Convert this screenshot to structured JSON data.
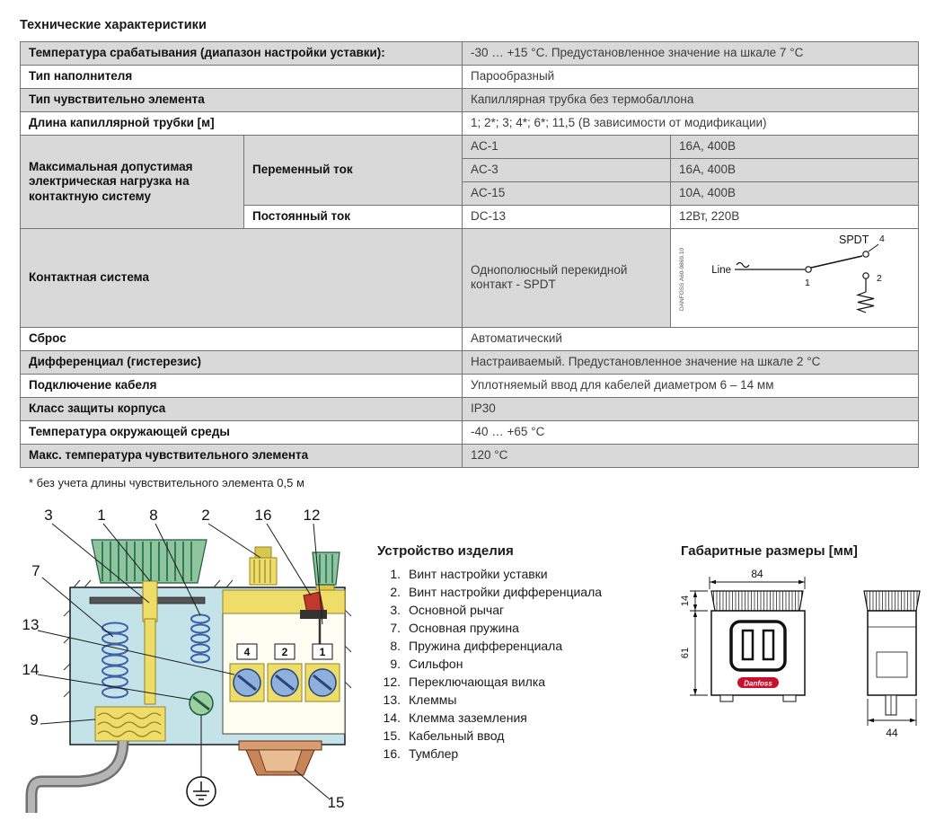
{
  "title": "Технические характеристики",
  "footnote": "* без учета длины чувствительного элемента 0,5 м",
  "specs": {
    "r1": {
      "label": "Температура срабатывания (диапазон настройки уставки):",
      "value": "-30 … +15 °C. Предустановленное значение на шкале 7 °C"
    },
    "r2": {
      "label": "Тип наполнителя",
      "value": "Парообразный"
    },
    "r3": {
      "label": "Тип чувствительно элемента",
      "value": "Капиллярная трубка без термобаллона"
    },
    "r4": {
      "label": "Длина капиллярной трубки [м]",
      "value": "1; 2*; 3; 4*; 6*; 11,5 (В зависимости от модификации)"
    },
    "load": {
      "label": "Максимальная допустимая электрическая нагрузка на контактную систему",
      "ac_label": "Переменный ток",
      "dc_label": "Постоянный ток",
      "rows": [
        {
          "code": "AC-1",
          "value": "16А, 400В"
        },
        {
          "code": "AC-3",
          "value": "16А, 400В"
        },
        {
          "code": "AC-15",
          "value": "10А, 400В"
        },
        {
          "code": "DC-13",
          "value": "12Вт, 220В"
        }
      ]
    },
    "contact": {
      "label": "Контактная система",
      "value": "Однополюсный перекидной контакт - SPDT",
      "diagram": {
        "title": "SPDT",
        "line_label": "Line",
        "terminal_1": "1",
        "terminal_2": "2",
        "terminal_4": "4",
        "side_text": "DANFOSS A60-9869.10"
      }
    },
    "r6": {
      "label": "Сброс",
      "value": "Автоматический"
    },
    "r7": {
      "label": "Дифференциал (гистерезис)",
      "value": "Настраиваемый. Предустановленное значение на шкале 2 °C"
    },
    "r8": {
      "label": "Подключение кабеля",
      "value": "Уплотняемый ввод для кабелей диаметром 6 – 14 мм"
    },
    "r9": {
      "label": "Класс защиты корпуса",
      "value": "IP30"
    },
    "r10": {
      "label": "Температура окружающей среды",
      "value": "-40 … +65 °C"
    },
    "r11": {
      "label": "Макс. температура чувствительного элемента",
      "value": "120 °C"
    }
  },
  "cutaway": {
    "callouts": [
      "3",
      "1",
      "8",
      "2",
      "16",
      "12",
      "7",
      "13",
      "14",
      "9",
      "15"
    ],
    "terminal_labels": [
      "4",
      "2",
      "1"
    ]
  },
  "device": {
    "title": "Устройство изделия",
    "items": [
      {
        "num": "1.",
        "label": "Винт настройки уставки"
      },
      {
        "num": "2.",
        "label": "Винт настройки дифференциала"
      },
      {
        "num": "3.",
        "label": "Основной рычаг"
      },
      {
        "num": "7.",
        "label": "Основная пружина"
      },
      {
        "num": "8.",
        "label": "Пружина дифференциала"
      },
      {
        "num": "9.",
        "label": "Сильфон"
      },
      {
        "num": "12.",
        "label": "Переключающая вилка"
      },
      {
        "num": "13.",
        "label": "Клеммы"
      },
      {
        "num": "14.",
        "label": "Клемма заземления"
      },
      {
        "num": "15.",
        "label": "Кабельный ввод"
      },
      {
        "num": "16.",
        "label": "Тумблер"
      }
    ]
  },
  "dimensions": {
    "title": "Габаритные размеры [мм]",
    "front_width": "84",
    "knob_height": "14",
    "body_height": "61",
    "side_width": "44",
    "logo": "Danfoss"
  }
}
